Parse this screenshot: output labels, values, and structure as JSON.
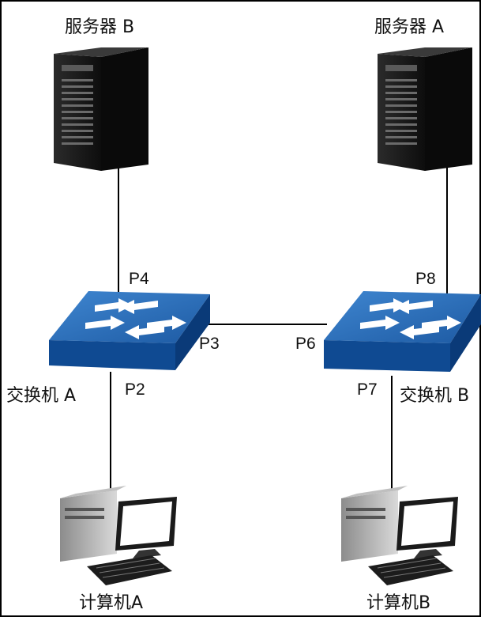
{
  "diagram": {
    "nodes": {
      "server_b": {
        "label": "服务器 B"
      },
      "server_a": {
        "label": "服务器 A"
      },
      "switch_a": {
        "label": "交换机 A"
      },
      "switch_b": {
        "label": "交换机 B"
      },
      "pc_a": {
        "label": "计算机A"
      },
      "pc_b": {
        "label": "计算机B"
      }
    },
    "ports": {
      "p2": "P2",
      "p3": "P3",
      "p4": "P4",
      "p6": "P6",
      "p7": "P7",
      "p8": "P8"
    },
    "links": [
      {
        "from": "server_b",
        "to": "switch_a",
        "port": "P4"
      },
      {
        "from": "server_a",
        "to": "switch_b",
        "port": "P8"
      },
      {
        "from": "switch_a",
        "to": "switch_b",
        "ports": [
          "P3",
          "P6"
        ]
      },
      {
        "from": "switch_a",
        "to": "pc_a",
        "port": "P2"
      },
      {
        "from": "switch_b",
        "to": "pc_b",
        "port": "P7"
      }
    ],
    "colors": {
      "switch_top": "#2a6bb5",
      "switch_side": "#0f4a92",
      "server_body": "#1a1a1a",
      "line": "#000000"
    }
  }
}
